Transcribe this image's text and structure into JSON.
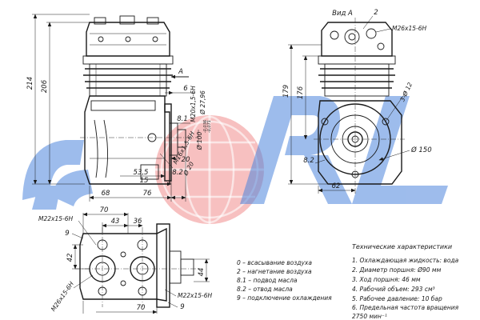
{
  "colors": {
    "watermark_blue": "#2f6fd6",
    "watermark_red": "#e43c3c",
    "line": "#1a1a1a"
  },
  "view_label": "Вид А",
  "view_arrow": "A",
  "dims": {
    "d214": "214",
    "d206": "206",
    "d68": "68",
    "d76": "76",
    "d15": "15",
    "d535": "53,5",
    "d6": "6",
    "d20": "20",
    "d81": "8.1",
    "d82": "8.2",
    "m20": "M20x1,5-6H",
    "phi2796": "Ø 27,96",
    "phi100": "Ø 100",
    "tol_upper": "-0,036",
    "tol_lower": "-0,071",
    "m16": "M16x1,5-6H",
    "phi20": "Ø 20",
    "top_2": "2",
    "m26_top": "M26x15-6H",
    "d179": "179",
    "d176": "176",
    "angle": "3-Ø 12",
    "phi150": "Ø 150",
    "d62": "62",
    "b70": "70",
    "b43": "43",
    "b36": "36",
    "m22_top": "M22x15-6H",
    "b9_top": "9",
    "b42": "42",
    "m26_side": "M26x15-6H",
    "b44": "44",
    "b70_bottom": "70",
    "m22_bottom": "M22x15-6H",
    "b9_bottom": "9"
  },
  "legend": [
    "0 – всасывание воздуха",
    "2 – нагнетание воздуха",
    "8.1 – подвод масла",
    "8.2 – отвод масла",
    "9 – подключение охлаждения"
  ],
  "specs": {
    "title": "Технические характеристики",
    "items": [
      "1. Охлаждающая жидкость: вода",
      "2. Диаметр поршня: Ø90 мм",
      "3. Ход поршня: 46 мм",
      "4. Рабочий объем: 293 см³",
      "5. Рабочее давление: 10 бар",
      "6. Предельная частота вращения",
      "2750 мин⁻¹"
    ]
  }
}
